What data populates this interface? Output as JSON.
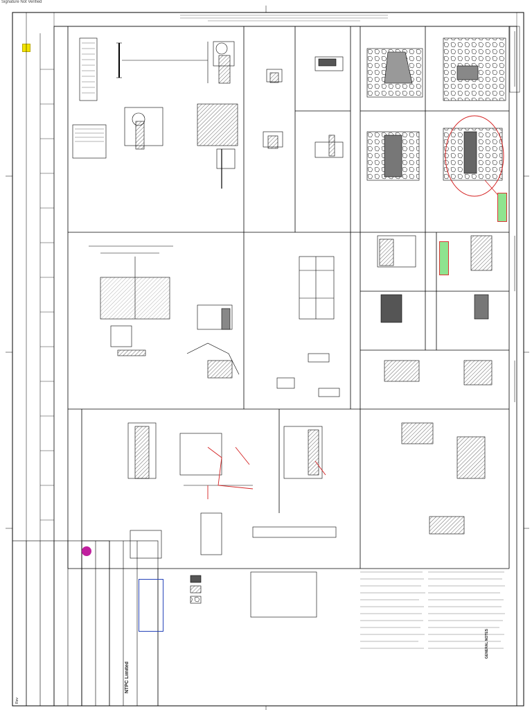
{
  "watermark": {
    "signature_status": "Signature Not Verified"
  },
  "header": {
    "line1": "",
    "line2": ""
  },
  "title_block": {
    "owner": "NTPC Limited",
    "company": "",
    "project": "",
    "drawing_title": "",
    "status": "",
    "revision_label": "Rev"
  },
  "notes_panel": {
    "title": "GENERAL NOTES",
    "lines": []
  },
  "callouts": {
    "green_box_1": "",
    "green_box_2": "",
    "blue_box": ""
  },
  "colors": {
    "line": "#000000",
    "redline": "#d42020",
    "highlight_green": "#8fe38f",
    "stamp_yellow": "#f2e300",
    "blue_note": "#2442b8"
  }
}
